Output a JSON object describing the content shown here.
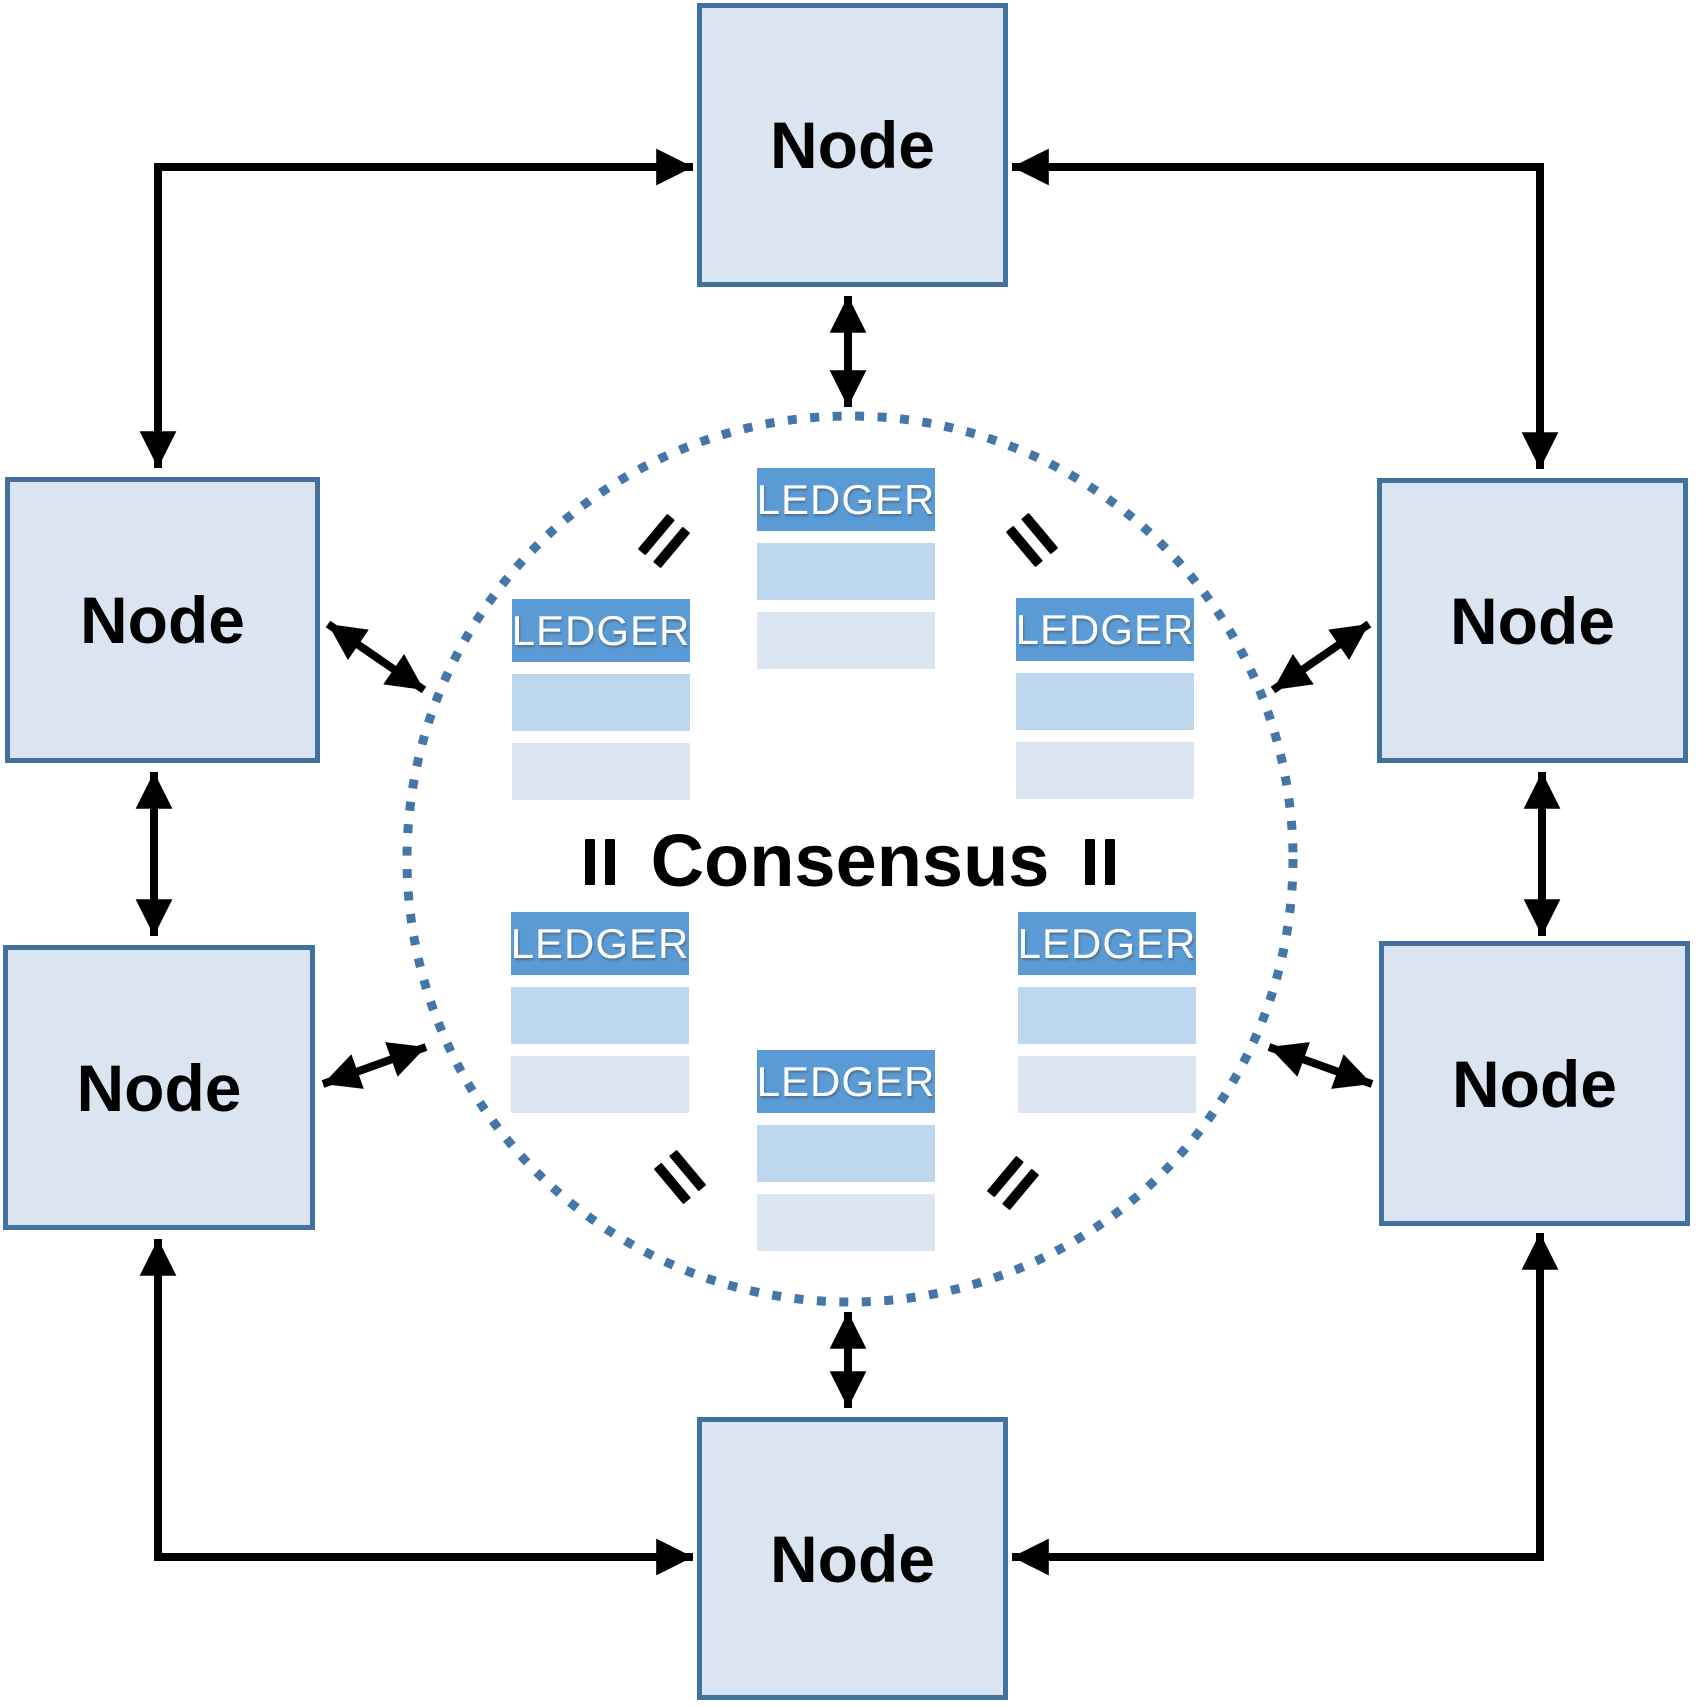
{
  "diagram": {
    "type": "blockchain-consensus-network",
    "center_label": "Consensus",
    "nodes": [
      {
        "id": "top",
        "label": "Node"
      },
      {
        "id": "upper-left",
        "label": "Node"
      },
      {
        "id": "upper-right",
        "label": "Node"
      },
      {
        "id": "lower-left",
        "label": "Node"
      },
      {
        "id": "lower-right",
        "label": "Node"
      },
      {
        "id": "bottom",
        "label": "Node"
      }
    ],
    "ledgers": [
      {
        "id": "top-center",
        "label": "LEDGER",
        "rows": 2
      },
      {
        "id": "mid-left",
        "label": "LEDGER",
        "rows": 2
      },
      {
        "id": "mid-right",
        "label": "LEDGER",
        "rows": 2
      },
      {
        "id": "lower-left",
        "label": "LEDGER",
        "rows": 2
      },
      {
        "id": "lower-right",
        "label": "LEDGER",
        "rows": 2
      },
      {
        "id": "bottom-center",
        "label": "LEDGER",
        "rows": 2
      }
    ],
    "equals_marks": [
      {
        "id": "upper-left-diagonal"
      },
      {
        "id": "upper-right-diagonal"
      },
      {
        "id": "left-vertical"
      },
      {
        "id": "right-vertical"
      },
      {
        "id": "lower-left-diagonal"
      },
      {
        "id": "lower-right-diagonal"
      }
    ],
    "connections": [
      {
        "from": "upper-left-node",
        "to": "top-node",
        "shape": "elbow",
        "arrows": "both"
      },
      {
        "from": "upper-right-node",
        "to": "top-node",
        "shape": "elbow",
        "arrows": "both"
      },
      {
        "from": "lower-left-node",
        "to": "bottom-node",
        "shape": "elbow",
        "arrows": "both"
      },
      {
        "from": "lower-right-node",
        "to": "bottom-node",
        "shape": "elbow",
        "arrows": "both"
      },
      {
        "from": "top-node",
        "to": "consensus-circle",
        "shape": "straight",
        "arrows": "both"
      },
      {
        "from": "bottom-node",
        "to": "consensus-circle",
        "shape": "straight",
        "arrows": "both"
      },
      {
        "from": "upper-left-node",
        "to": "lower-left-node",
        "shape": "straight",
        "arrows": "both"
      },
      {
        "from": "upper-right-node",
        "to": "lower-right-node",
        "shape": "straight",
        "arrows": "both"
      },
      {
        "from": "upper-left-node",
        "to": "consensus-circle",
        "shape": "diagonal",
        "arrows": "both"
      },
      {
        "from": "upper-right-node",
        "to": "consensus-circle",
        "shape": "diagonal",
        "arrows": "both"
      },
      {
        "from": "lower-left-node",
        "to": "consensus-circle",
        "shape": "diagonal",
        "arrows": "both"
      },
      {
        "from": "lower-right-node",
        "to": "consensus-circle",
        "shape": "diagonal",
        "arrows": "both"
      }
    ],
    "colors": {
      "node_fill": "#dbe5f1",
      "node_border": "#41719c",
      "ledger_header_fill": "#5b9bd5",
      "ledger_row1_fill": "#bdd7ee",
      "ledger_row2_fill": "#dce6f2",
      "ledger_text": "#ffffff",
      "circle_dotted": "#4576a8",
      "arrow": "#000000",
      "node_text": "#000000",
      "consensus_text": "#000000"
    }
  }
}
